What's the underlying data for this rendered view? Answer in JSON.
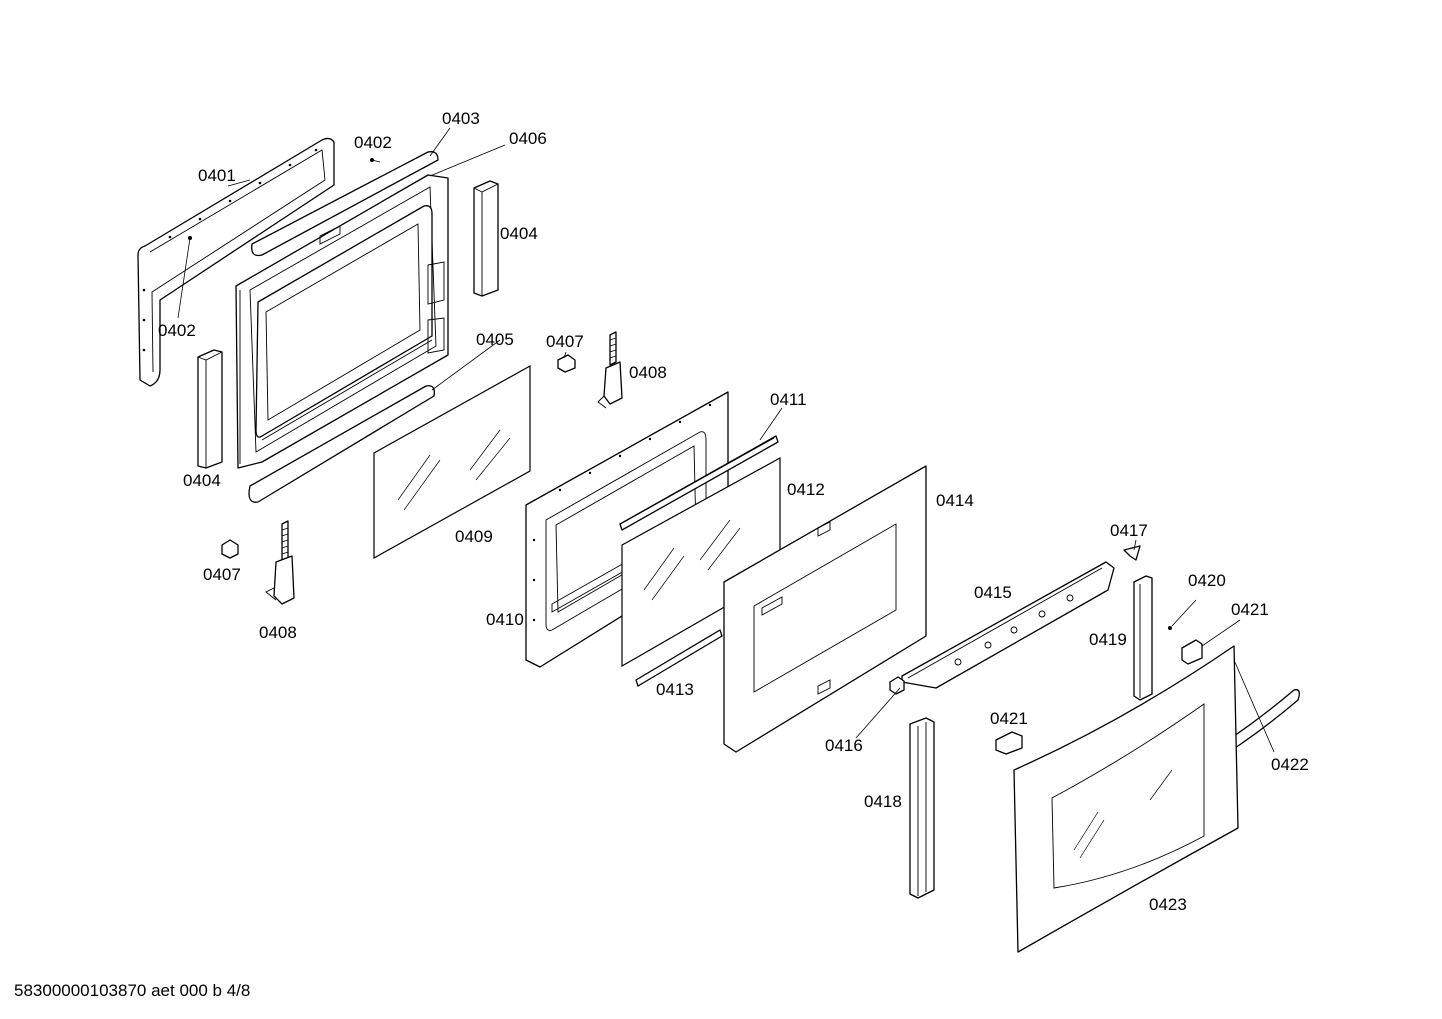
{
  "labels": {
    "l0401": "0401",
    "l0402a": "0402",
    "l0402b": "0402",
    "l0403": "0403",
    "l0404a": "0404",
    "l0404b": "0404",
    "l0405": "0405",
    "l0406": "0406",
    "l0407a": "0407",
    "l0407b": "0407",
    "l0408a": "0408",
    "l0408b": "0408",
    "l0409": "0409",
    "l0410": "0410",
    "l0411": "0411",
    "l0412": "0412",
    "l0413": "0413",
    "l0414": "0414",
    "l0415": "0415",
    "l0416": "0416",
    "l0417": "0417",
    "l0418": "0418",
    "l0419": "0419",
    "l0420": "0420",
    "l0421a": "0421",
    "l0421b": "0421",
    "l0422": "0422",
    "l0423": "0423"
  },
  "footer": "58300000103870 aet 000 b 4/8"
}
